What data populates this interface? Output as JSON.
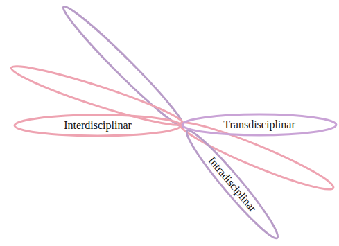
{
  "diagram": {
    "nodes": [
      {
        "text": [
          "Interdisciplinar"
        ]
      },
      {
        "text": [
          "Transdisciplinar"
        ]
      },
      {
        "text": [
          "Intradisciplinar"
        ]
      }
    ]
  }
}
